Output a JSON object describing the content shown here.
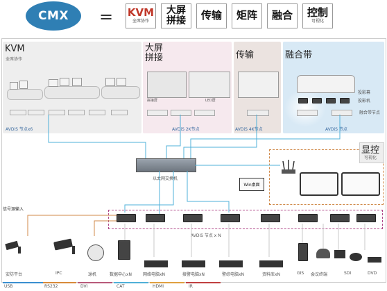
{
  "header": {
    "logo": "CMX",
    "equals": "=",
    "boxes": [
      {
        "label": "KVM",
        "sub": "全席协作"
      },
      {
        "label": "大屏\n拼接",
        "sub": ""
      },
      {
        "label": "传输",
        "sub": ""
      },
      {
        "label": "矩阵",
        "sub": ""
      },
      {
        "label": "融合",
        "sub": ""
      },
      {
        "label": "控制",
        "sub": "可视化"
      }
    ]
  },
  "panels": {
    "kvm": {
      "title": "KVM",
      "sub": "全席协作",
      "node": "AVDiS 节点x6"
    },
    "splice": {
      "title": "大屏\n拼接",
      "node": "AVDiS 2K节点",
      "led": "LED屏",
      "splice_label": "拼接屏"
    },
    "trans": {
      "title": "传输",
      "node": "AVDiS 4K节点"
    },
    "fusion": {
      "title": "融合带",
      "node": "AVDiS 节点",
      "screen": "投影幕",
      "projector": "投影机",
      "fusion_node": "融合带节点"
    },
    "display": {
      "title": "显控",
      "sub": "可视化"
    }
  },
  "center": {
    "switch": "以太网交换机",
    "win": "Win桌面",
    "signal_in": "信号源输入",
    "node_row": "AVDiS 节点 x N"
  },
  "sources": [
    "安防平台",
    "IPC",
    "球机",
    "数据中心xN",
    "网络电脑xN",
    "接警电脑xN",
    "警综电脑xN",
    "资料库xN",
    "GIS",
    "会议终端",
    "SDI",
    "DVD"
  ],
  "legend": [
    "USB",
    "RS232",
    "DVI",
    "CAT",
    "HDMI",
    "IR"
  ],
  "colors": {
    "usb": "#3a8fd0",
    "rs232": "#d88a3a",
    "dvi": "#b85a7a",
    "cat": "#4fb0d8",
    "hdmi": "#e0a040",
    "ir": "#c04040",
    "brand": "#2f7fb4",
    "fusion_bg": "#d8e9f5"
  }
}
